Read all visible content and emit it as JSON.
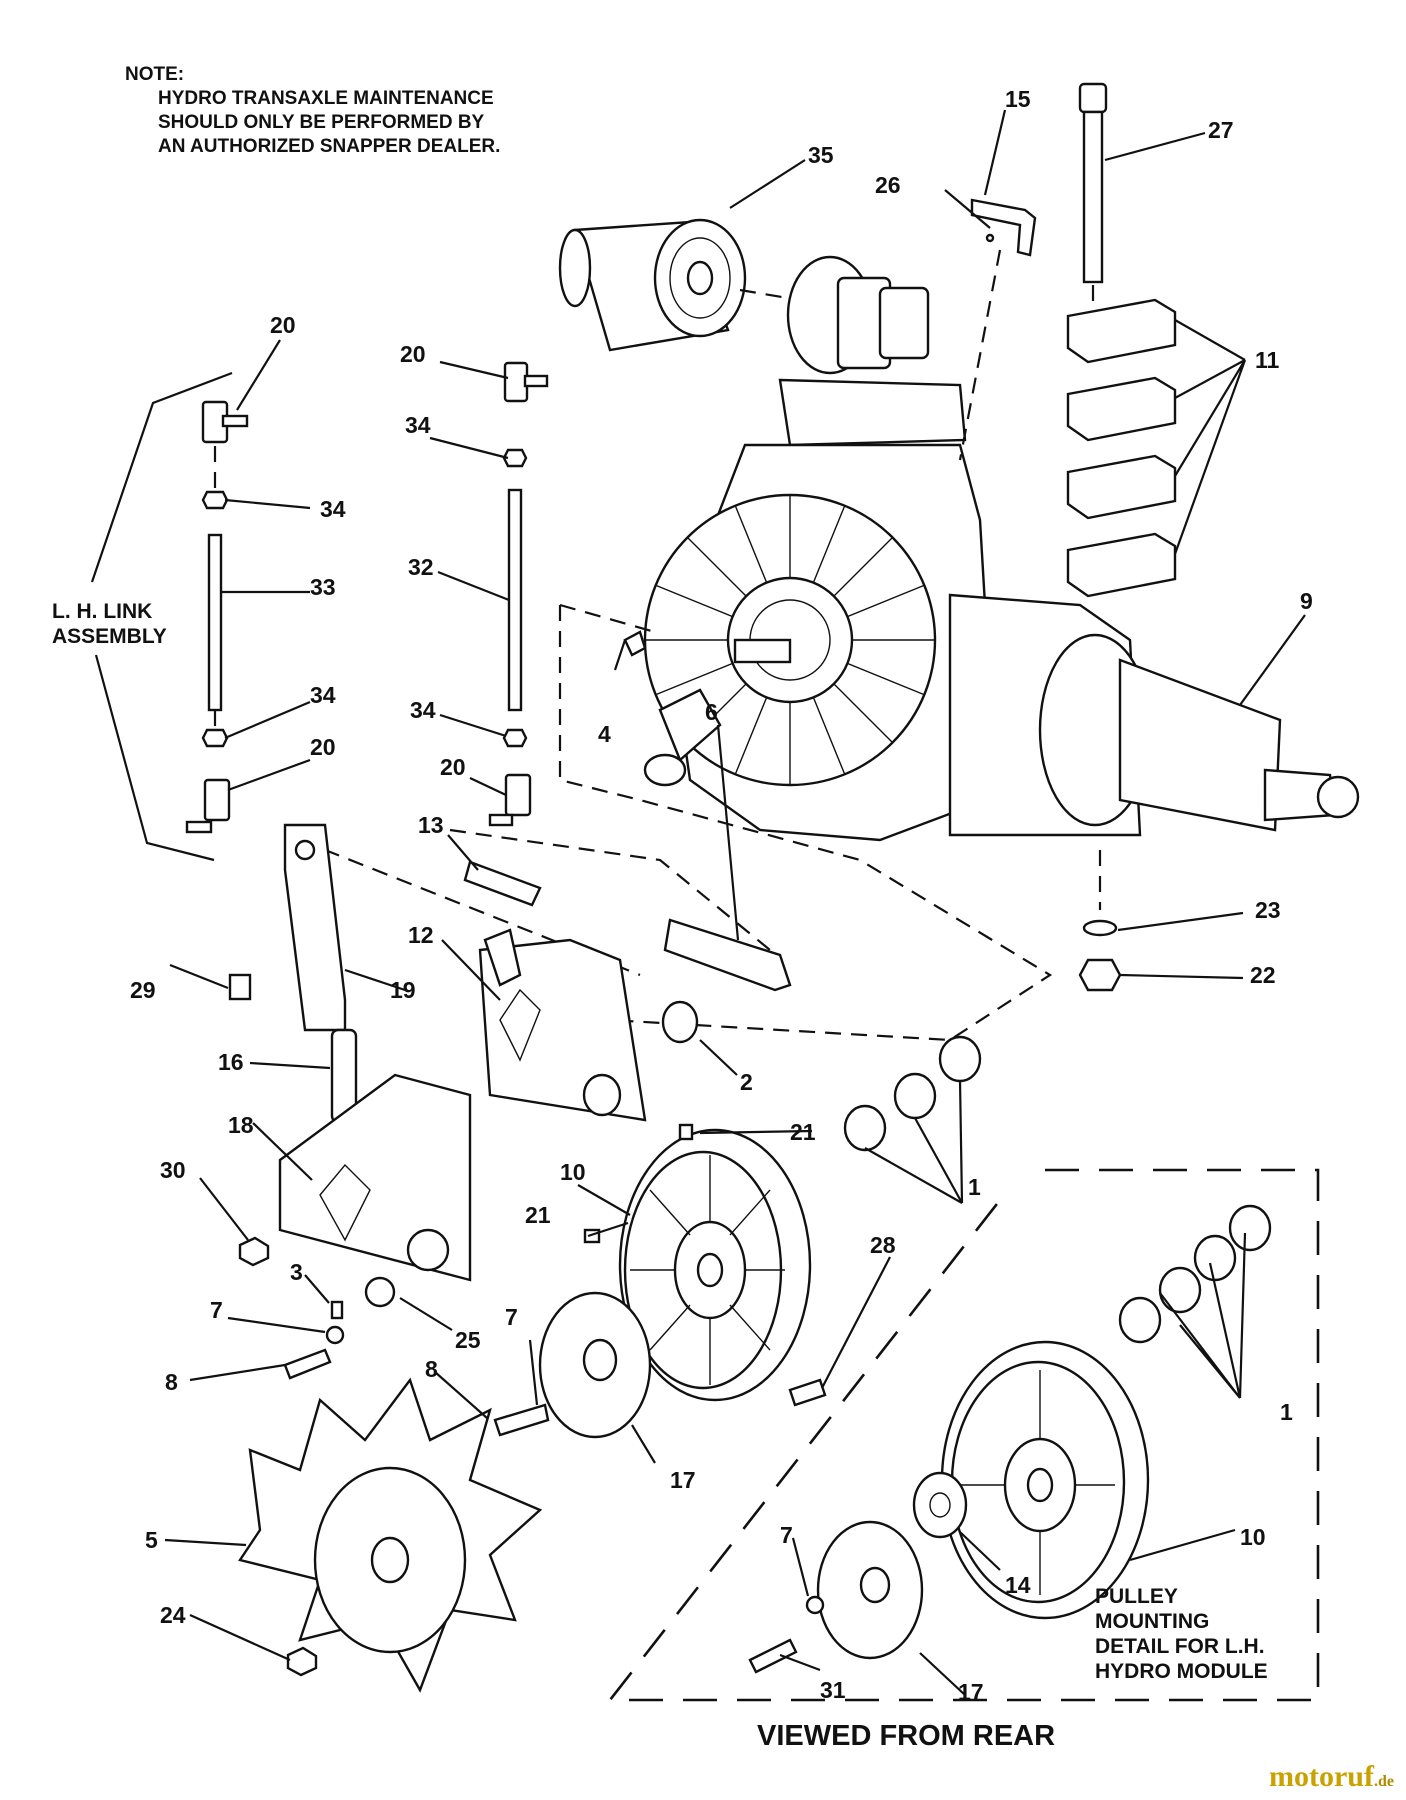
{
  "note": {
    "heading": "NOTE:",
    "lines": [
      "HYDRO TRANSAXLE MAINTENANCE",
      "SHOULD ONLY BE PERFORMED BY",
      "AN AUTHORIZED SNAPPER DEALER."
    ]
  },
  "labels": {
    "link_assembly": [
      "L. H. LINK",
      "ASSEMBLY"
    ],
    "pulley_detail": [
      "PULLEY",
      "MOUNTING",
      "DETAIL FOR L.H.",
      "HYDRO MODULE"
    ],
    "view_caption": "VIEWED FROM REAR"
  },
  "callouts": [
    {
      "id": "c35",
      "text": "35"
    },
    {
      "id": "c15",
      "text": "15"
    },
    {
      "id": "c26",
      "text": "26"
    },
    {
      "id": "c27",
      "text": "27"
    },
    {
      "id": "c11",
      "text": "11"
    },
    {
      "id": "c20a",
      "text": "20"
    },
    {
      "id": "c20b",
      "text": "20"
    },
    {
      "id": "c34a",
      "text": "34"
    },
    {
      "id": "c34b",
      "text": "34"
    },
    {
      "id": "c33",
      "text": "33"
    },
    {
      "id": "c32",
      "text": "32"
    },
    {
      "id": "c34c",
      "text": "34"
    },
    {
      "id": "c34d",
      "text": "34"
    },
    {
      "id": "c20c",
      "text": "20"
    },
    {
      "id": "c20d",
      "text": "20"
    },
    {
      "id": "c9",
      "text": "9"
    },
    {
      "id": "c4",
      "text": "4"
    },
    {
      "id": "c13",
      "text": "13"
    },
    {
      "id": "c6",
      "text": "6"
    },
    {
      "id": "c23",
      "text": "23"
    },
    {
      "id": "c22",
      "text": "22"
    },
    {
      "id": "c12",
      "text": "12"
    },
    {
      "id": "c29",
      "text": "29"
    },
    {
      "id": "c19",
      "text": "19"
    },
    {
      "id": "c2",
      "text": "2"
    },
    {
      "id": "c16",
      "text": "16"
    },
    {
      "id": "c21a",
      "text": "21"
    },
    {
      "id": "c18",
      "text": "18"
    },
    {
      "id": "c1a",
      "text": "1"
    },
    {
      "id": "c10a",
      "text": "10"
    },
    {
      "id": "c30",
      "text": "30"
    },
    {
      "id": "c21b",
      "text": "21"
    },
    {
      "id": "c28",
      "text": "28"
    },
    {
      "id": "c3",
      "text": "3"
    },
    {
      "id": "c7a",
      "text": "7"
    },
    {
      "id": "c25",
      "text": "25"
    },
    {
      "id": "c7b",
      "text": "7"
    },
    {
      "id": "c8a",
      "text": "8"
    },
    {
      "id": "c8b",
      "text": "8"
    },
    {
      "id": "c17a",
      "text": "17"
    },
    {
      "id": "c1b",
      "text": "1"
    },
    {
      "id": "c5",
      "text": "5"
    },
    {
      "id": "c10b",
      "text": "10"
    },
    {
      "id": "c24",
      "text": "24"
    },
    {
      "id": "c7c",
      "text": "7"
    },
    {
      "id": "c14",
      "text": "14"
    },
    {
      "id": "c17b",
      "text": "17"
    },
    {
      "id": "c31",
      "text": "31"
    }
  ],
  "watermark": {
    "brand": "motoruf",
    "tld": ".de"
  }
}
